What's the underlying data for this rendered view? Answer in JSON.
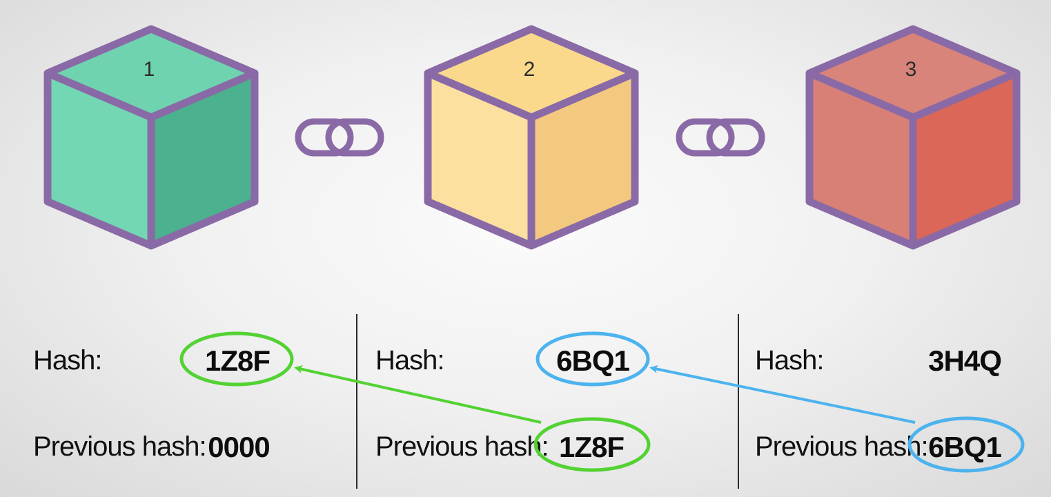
{
  "blocks": [
    {
      "number": "1",
      "colors": {
        "top": "#6fd3b0",
        "left": "#74d7b3",
        "right": "#4cb18e"
      },
      "hash_label": "Hash:",
      "hash": "1Z8F",
      "prev_label": "Previous hash:",
      "prev_hash": "0000"
    },
    {
      "number": "2",
      "colors": {
        "top": "#fad98d",
        "left": "#fbe0a0",
        "right": "#f3c97f"
      },
      "hash_label": "Hash:",
      "hash": "6BQ1",
      "prev_label": "Previous hash:",
      "prev_hash": "1Z8F"
    },
    {
      "number": "3",
      "colors": {
        "top": "#d8847a",
        "left": "#d98076",
        "right": "#da6757"
      },
      "hash_label": "Hash:",
      "hash": "3H4Q",
      "prev_label": "Previous hash:",
      "prev_hash": "6BQ1"
    }
  ],
  "colors": {
    "cube_outline": "#8a6aa6",
    "link": "#8a6aa6",
    "green_highlight": "#53d233",
    "blue_highlight": "#4cb3ee"
  },
  "icons": [
    "cube-icon",
    "chain-link-icon"
  ]
}
